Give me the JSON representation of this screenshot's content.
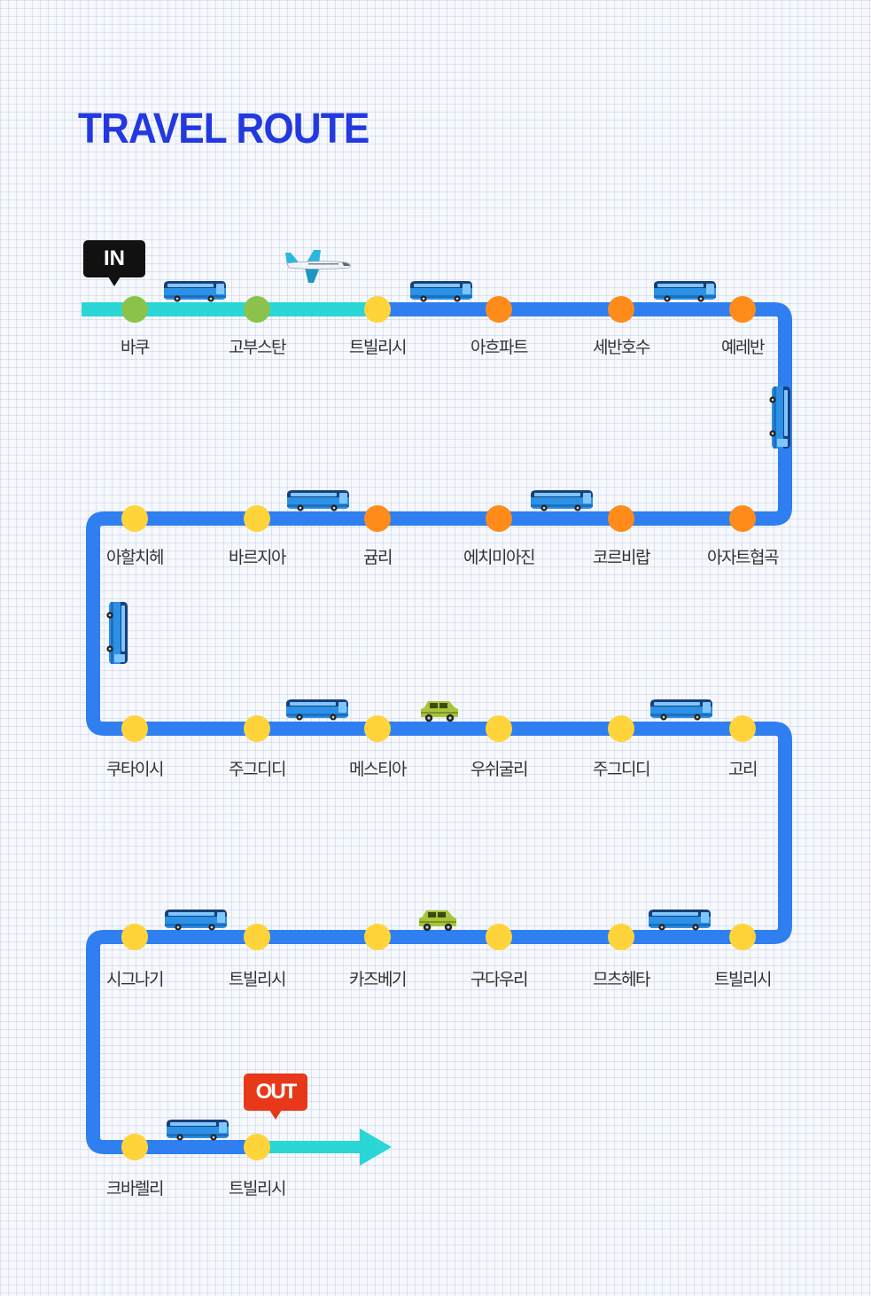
{
  "title": "TRAVEL ROUTE",
  "markers": {
    "start": "IN",
    "end": "OUT"
  },
  "colors": {
    "title": "#2438e0",
    "route": "#2f7ff0",
    "route_edge": "#2ad6d6",
    "stop_green": "#8bc34a",
    "stop_yellow": "#ffd43b",
    "stop_orange": "#ff8c1a",
    "bus_body": "#2a91e6",
    "bus_roof": "#1a3f7a",
    "car_body": "#a8c43a"
  },
  "stops": [
    {
      "name": "바쿠",
      "color": "green"
    },
    {
      "name": "고부스탄",
      "color": "green"
    },
    {
      "name": "트빌리시",
      "color": "yellow"
    },
    {
      "name": "아흐파트",
      "color": "orange"
    },
    {
      "name": "세반호수",
      "color": "orange"
    },
    {
      "name": "예레반",
      "color": "orange"
    },
    {
      "name": "아자트협곡",
      "color": "orange"
    },
    {
      "name": "코르비랍",
      "color": "orange"
    },
    {
      "name": "에치미아진",
      "color": "orange"
    },
    {
      "name": "귬리",
      "color": "orange"
    },
    {
      "name": "바르지아",
      "color": "yellow"
    },
    {
      "name": "아할치헤",
      "color": "yellow"
    },
    {
      "name": "쿠타이시",
      "color": "yellow"
    },
    {
      "name": "주그디디",
      "color": "yellow"
    },
    {
      "name": "메스티아",
      "color": "yellow"
    },
    {
      "name": "우쉬굴리",
      "color": "yellow"
    },
    {
      "name": "주그디디",
      "color": "yellow"
    },
    {
      "name": "고리",
      "color": "yellow"
    },
    {
      "name": "트빌리시",
      "color": "yellow"
    },
    {
      "name": "므츠헤타",
      "color": "yellow"
    },
    {
      "name": "구다우리",
      "color": "yellow"
    },
    {
      "name": "카즈베기",
      "color": "yellow"
    },
    {
      "name": "트빌리시",
      "color": "yellow"
    },
    {
      "name": "시그나기",
      "color": "yellow"
    },
    {
      "name": "크바렐리",
      "color": "yellow"
    },
    {
      "name": "트빌리시",
      "color": "yellow"
    }
  ],
  "transports": [
    {
      "icon": "airplane-icon",
      "between": [
        "고부스탄",
        "트빌리시"
      ]
    },
    {
      "icon": "bus-icon",
      "between": [
        "바쿠",
        "고부스탄"
      ]
    },
    {
      "icon": "bus-icon",
      "between": [
        "트빌리시",
        "아흐파트"
      ]
    },
    {
      "icon": "bus-icon",
      "between": [
        "세반호수",
        "예레반"
      ]
    },
    {
      "icon": "bus-icon",
      "between": [
        "예레반",
        "아자트협곡"
      ]
    },
    {
      "icon": "bus-icon",
      "between": [
        "에치미아진",
        "코르비랍"
      ]
    },
    {
      "icon": "bus-icon",
      "between": [
        "바르지아",
        "귬리"
      ]
    },
    {
      "icon": "bus-icon",
      "between": [
        "아할치헤",
        "쿠타이시"
      ]
    },
    {
      "icon": "bus-icon",
      "between": [
        "주그디디",
        "메스티아"
      ]
    },
    {
      "icon": "car-icon",
      "between": [
        "메스티아",
        "우쉬굴리"
      ]
    },
    {
      "icon": "bus-icon",
      "between": [
        "주그디디",
        "고리"
      ]
    },
    {
      "icon": "bus-icon",
      "between": [
        "므츠헤타",
        "트빌리시"
      ]
    },
    {
      "icon": "car-icon",
      "between": [
        "카즈베기",
        "구다우리"
      ]
    },
    {
      "icon": "bus-icon",
      "between": [
        "시그나기",
        "트빌리시"
      ]
    },
    {
      "icon": "bus-icon",
      "between": [
        "크바렐리",
        "트빌리시"
      ]
    }
  ]
}
